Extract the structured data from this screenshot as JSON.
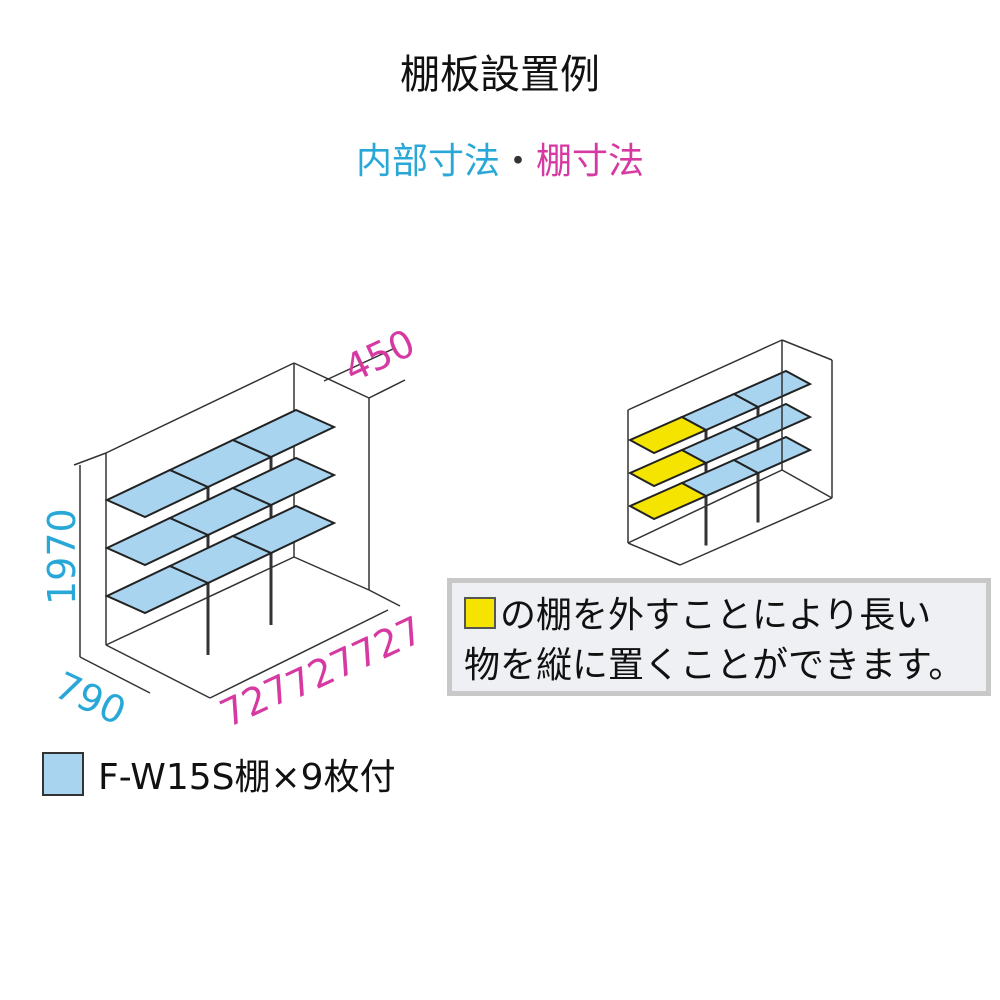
{
  "title": "棚板設置例",
  "subtitle": {
    "inner": "内部寸法",
    "separator": "・",
    "shelf": "棚寸法"
  },
  "dimensions": {
    "height": "1970",
    "depth_inner": "790",
    "shelf_depth": "450",
    "shelf_widths": [
      "727",
      "727",
      "727"
    ]
  },
  "note": {
    "line1": "の棚を外すことにより長い",
    "line2": "物を縦に置くことができます。"
  },
  "legend": {
    "label": "F-W15S棚×9枚付"
  },
  "colors": {
    "cyan": "#29a8d8",
    "pink": "#d63aa2",
    "shelf_blue": "#a8d4ef",
    "shelf_yellow": "#f5e400"
  },
  "right_diagram": {
    "rows": 3,
    "sections": 3,
    "yellow_section": 0
  },
  "left_diagram": {
    "rows": 3,
    "sections": 3
  }
}
